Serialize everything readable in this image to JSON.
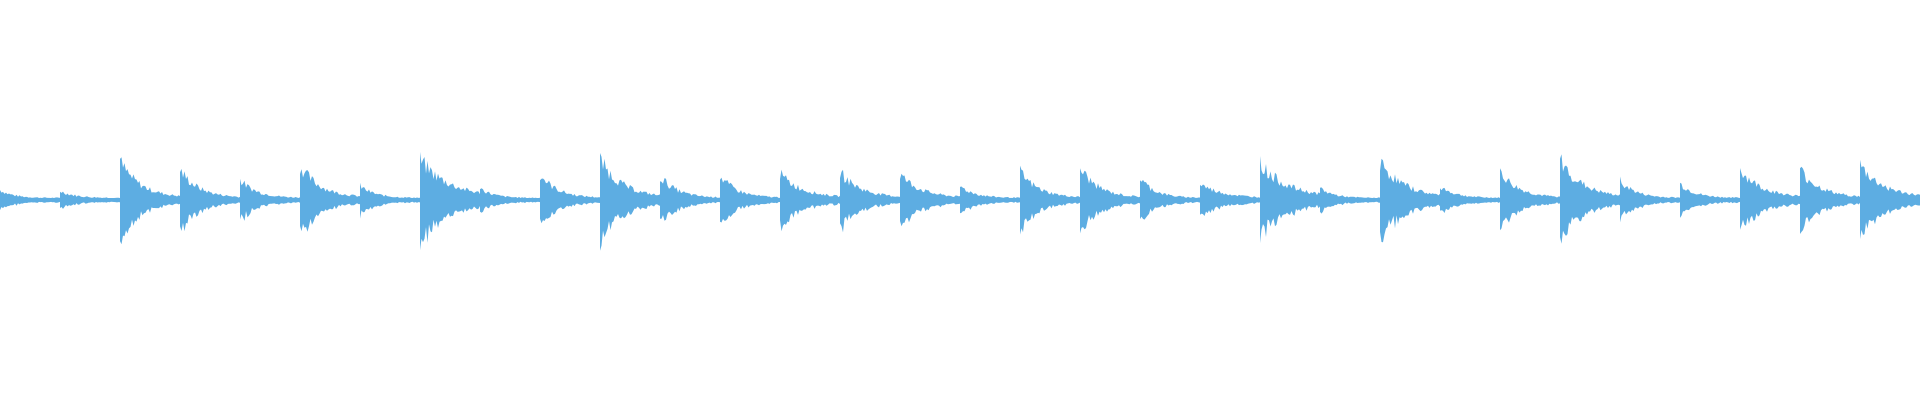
{
  "waveform": {
    "color": "#5dade2",
    "background": "#ffffff",
    "baseline_level": 0.02,
    "segments": [
      {
        "peak": 0.1,
        "decay": 0.35
      },
      {
        "peak": 0.09,
        "decay": 0.4
      },
      {
        "peak": 0.38,
        "decay": 0.55
      },
      {
        "peak": 0.3,
        "decay": 0.5
      },
      {
        "peak": 0.2,
        "decay": 0.45
      },
      {
        "peak": 0.34,
        "decay": 0.55
      },
      {
        "peak": 0.14,
        "decay": 0.4
      },
      {
        "peak": 0.4,
        "decay": 0.8
      },
      {
        "peak": 0.12,
        "decay": 0.35
      },
      {
        "peak": 0.26,
        "decay": 0.45
      },
      {
        "peak": 0.4,
        "decay": 0.6
      },
      {
        "peak": 0.24,
        "decay": 0.45
      },
      {
        "peak": 0.24,
        "decay": 0.45
      },
      {
        "peak": 0.26,
        "decay": 0.6
      },
      {
        "peak": 0.28,
        "decay": 0.55
      },
      {
        "peak": 0.26,
        "decay": 0.55
      },
      {
        "peak": 0.14,
        "decay": 0.4
      },
      {
        "peak": 0.28,
        "decay": 0.5
      },
      {
        "peak": 0.32,
        "decay": 0.5
      },
      {
        "peak": 0.22,
        "decay": 0.4
      },
      {
        "peak": 0.16,
        "decay": 0.6
      },
      {
        "peak": 0.36,
        "decay": 0.75
      },
      {
        "peak": 0.12,
        "decay": 0.35
      },
      {
        "peak": 0.38,
        "decay": 0.65
      },
      {
        "peak": 0.14,
        "decay": 0.4
      },
      {
        "peak": 0.28,
        "decay": 0.5
      },
      {
        "peak": 0.4,
        "decay": 0.6
      },
      {
        "peak": 0.2,
        "decay": 0.4
      },
      {
        "peak": 0.16,
        "decay": 0.4
      },
      {
        "peak": 0.3,
        "decay": 0.6
      },
      {
        "peak": 0.3,
        "decay": 0.55
      },
      {
        "peak": 0.34,
        "decay": 0.65
      }
    ]
  }
}
